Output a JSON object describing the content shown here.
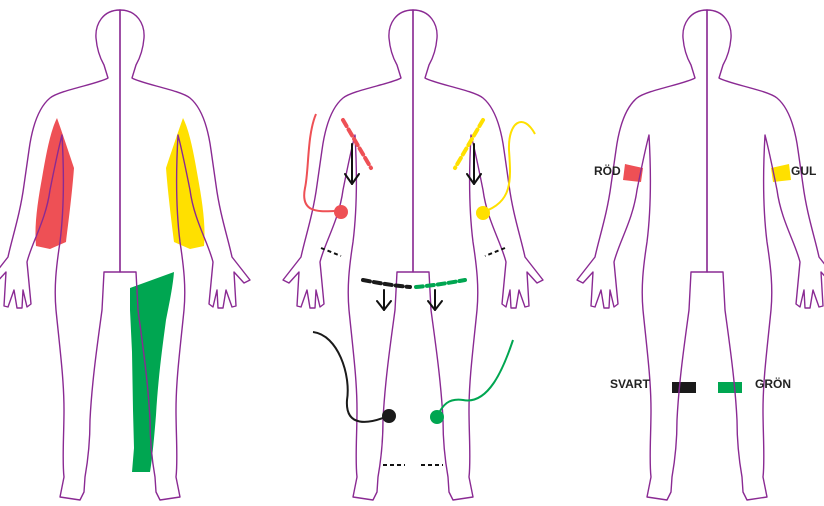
{
  "colors": {
    "outline": "#8a2a93",
    "red": "#ee5055",
    "yellow": "#ffe000",
    "green": "#00a651",
    "black": "#1a1a1a",
    "arrow": "#111111"
  },
  "figures": [
    {
      "view": "limb-zones",
      "zones": [
        "right-arm-red",
        "left-arm-yellow",
        "left-leg-green"
      ]
    },
    {
      "view": "electrode-placement",
      "electrodes": [
        "red",
        "yellow",
        "black",
        "green"
      ]
    },
    {
      "view": "cuff-placement",
      "bands": [
        "red",
        "yellow",
        "black",
        "green"
      ]
    }
  ],
  "labels": {
    "red": "RÖD",
    "yellow": "GUL",
    "black": "SVART",
    "green": "GRÖN"
  },
  "icons": [
    "down-arrow-icon",
    "electrode-dot-icon"
  ]
}
